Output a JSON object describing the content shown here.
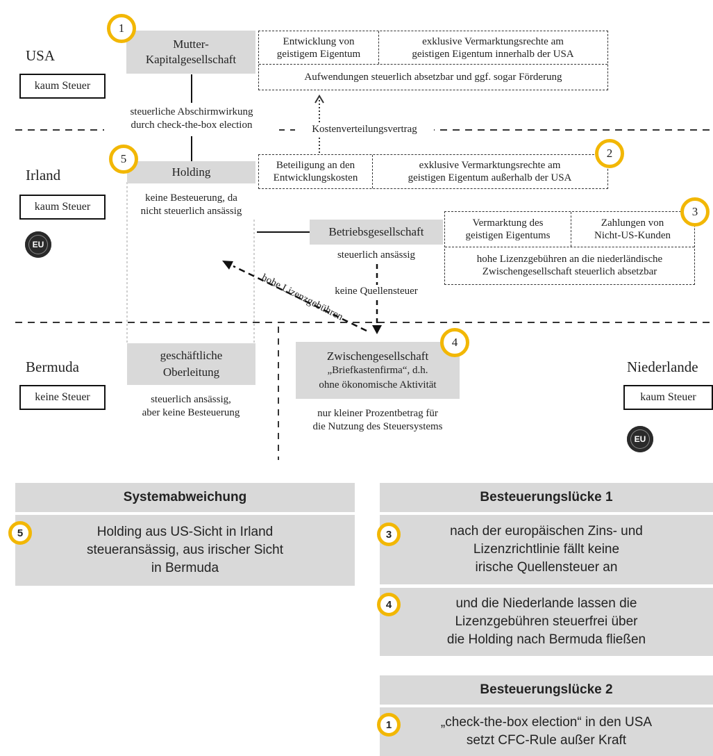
{
  "countries": {
    "usa": {
      "name": "USA",
      "tax": "kaum Steuer"
    },
    "irland": {
      "name": "Irland",
      "tax": "kaum Steuer"
    },
    "bermuda": {
      "name": "Bermuda",
      "tax": "keine Steuer"
    },
    "niederlande": {
      "name": "Niederlande",
      "tax": "kaum Steuer"
    }
  },
  "eu_label": "EU",
  "badges": {
    "b1": "1",
    "b2": "2",
    "b3": "3",
    "b4": "4",
    "b5": "5"
  },
  "mutter": {
    "line1": "Mutter-",
    "line2": "Kapitalgesellschaft"
  },
  "us_rights": {
    "cell1_l1": "Entwicklung von",
    "cell1_l2": "geistigem Eigentum",
    "cell2_l1": "exklusive Vermarktungsrechte am",
    "cell2_l2": "geistigen Eigentum innerhalb der USA",
    "row2": "Aufwendungen steuerlich absetzbar und ggf. sogar Förderung"
  },
  "abschirm": {
    "line1": "steuerliche Abschirmwirkung",
    "line2": "durch check-the-box election"
  },
  "kostenverteilung": "Kostenverteilungsvertrag",
  "ie_rights": {
    "cell1_l1": "Beteiligung an den",
    "cell1_l2": "Entwicklungskosten",
    "cell2_l1": "exklusive Vermarktungsrechte am",
    "cell2_l2": "geistigen Eigentum außerhalb der USA"
  },
  "holding": {
    "title": "Holding",
    "desc1": "keine Besteuerung, da",
    "desc2": "nicht steuerlich ansässig"
  },
  "betrieb": {
    "title": "Betriebsgesellschaft",
    "desc": "steuerlich ansässig",
    "quellen": "keine Quellensteuer"
  },
  "nl_rights": {
    "cell1_l1": "Vermarktung des",
    "cell1_l2": "geistigen Eigentums",
    "cell2_l1": "Zahlungen von",
    "cell2_l2": "Nicht-US-Kunden",
    "row2_l1": "hohe Lizenzgebühren an die niederländische",
    "row2_l2": "Zwischengesellschaft steuerlich absetzbar"
  },
  "lizenz_arrow": "hohe Lizenzgebühren",
  "oberleitung": {
    "line1": "geschäftliche",
    "line2": "Oberleitung",
    "desc1": "steuerlich ansässig,",
    "desc2": "aber keine Besteuerung"
  },
  "zwischen": {
    "title": "Zwischengesellschaft",
    "l2": "„Briefkastenfirma“, d.h.",
    "l3": "ohne ökonomische Aktivität",
    "desc1": "nur kleiner Prozentbetrag für",
    "desc2": "die Nutzung des Steuersystems"
  },
  "summary": {
    "systemabweichung": {
      "header": "Systemabweichung",
      "badge": "5",
      "l1": "Holding aus US-Sicht in Irland",
      "l2": "steueransässig, aus irischer Sicht",
      "l3": "in Bermuda"
    },
    "luecke1": {
      "header": "Besteuerungslücke 1",
      "item1": {
        "badge": "3",
        "l1": "nach der europäischen Zins- und",
        "l2": "Lizenzrichtlinie fällt keine",
        "l3": "irische Quellensteuer an"
      },
      "item2": {
        "badge": "4",
        "l1": "und die Niederlande lassen die",
        "l2": "Lizenzgebühren steuerfrei über",
        "l3": "die Holding nach Bermuda fließen"
      }
    },
    "luecke2": {
      "header": "Besteuerungslücke 2",
      "item1": {
        "badge": "1",
        "l1": "„check-the-box election“ in den USA",
        "l2": "setzt CFC-Rule außer Kraft"
      }
    }
  }
}
